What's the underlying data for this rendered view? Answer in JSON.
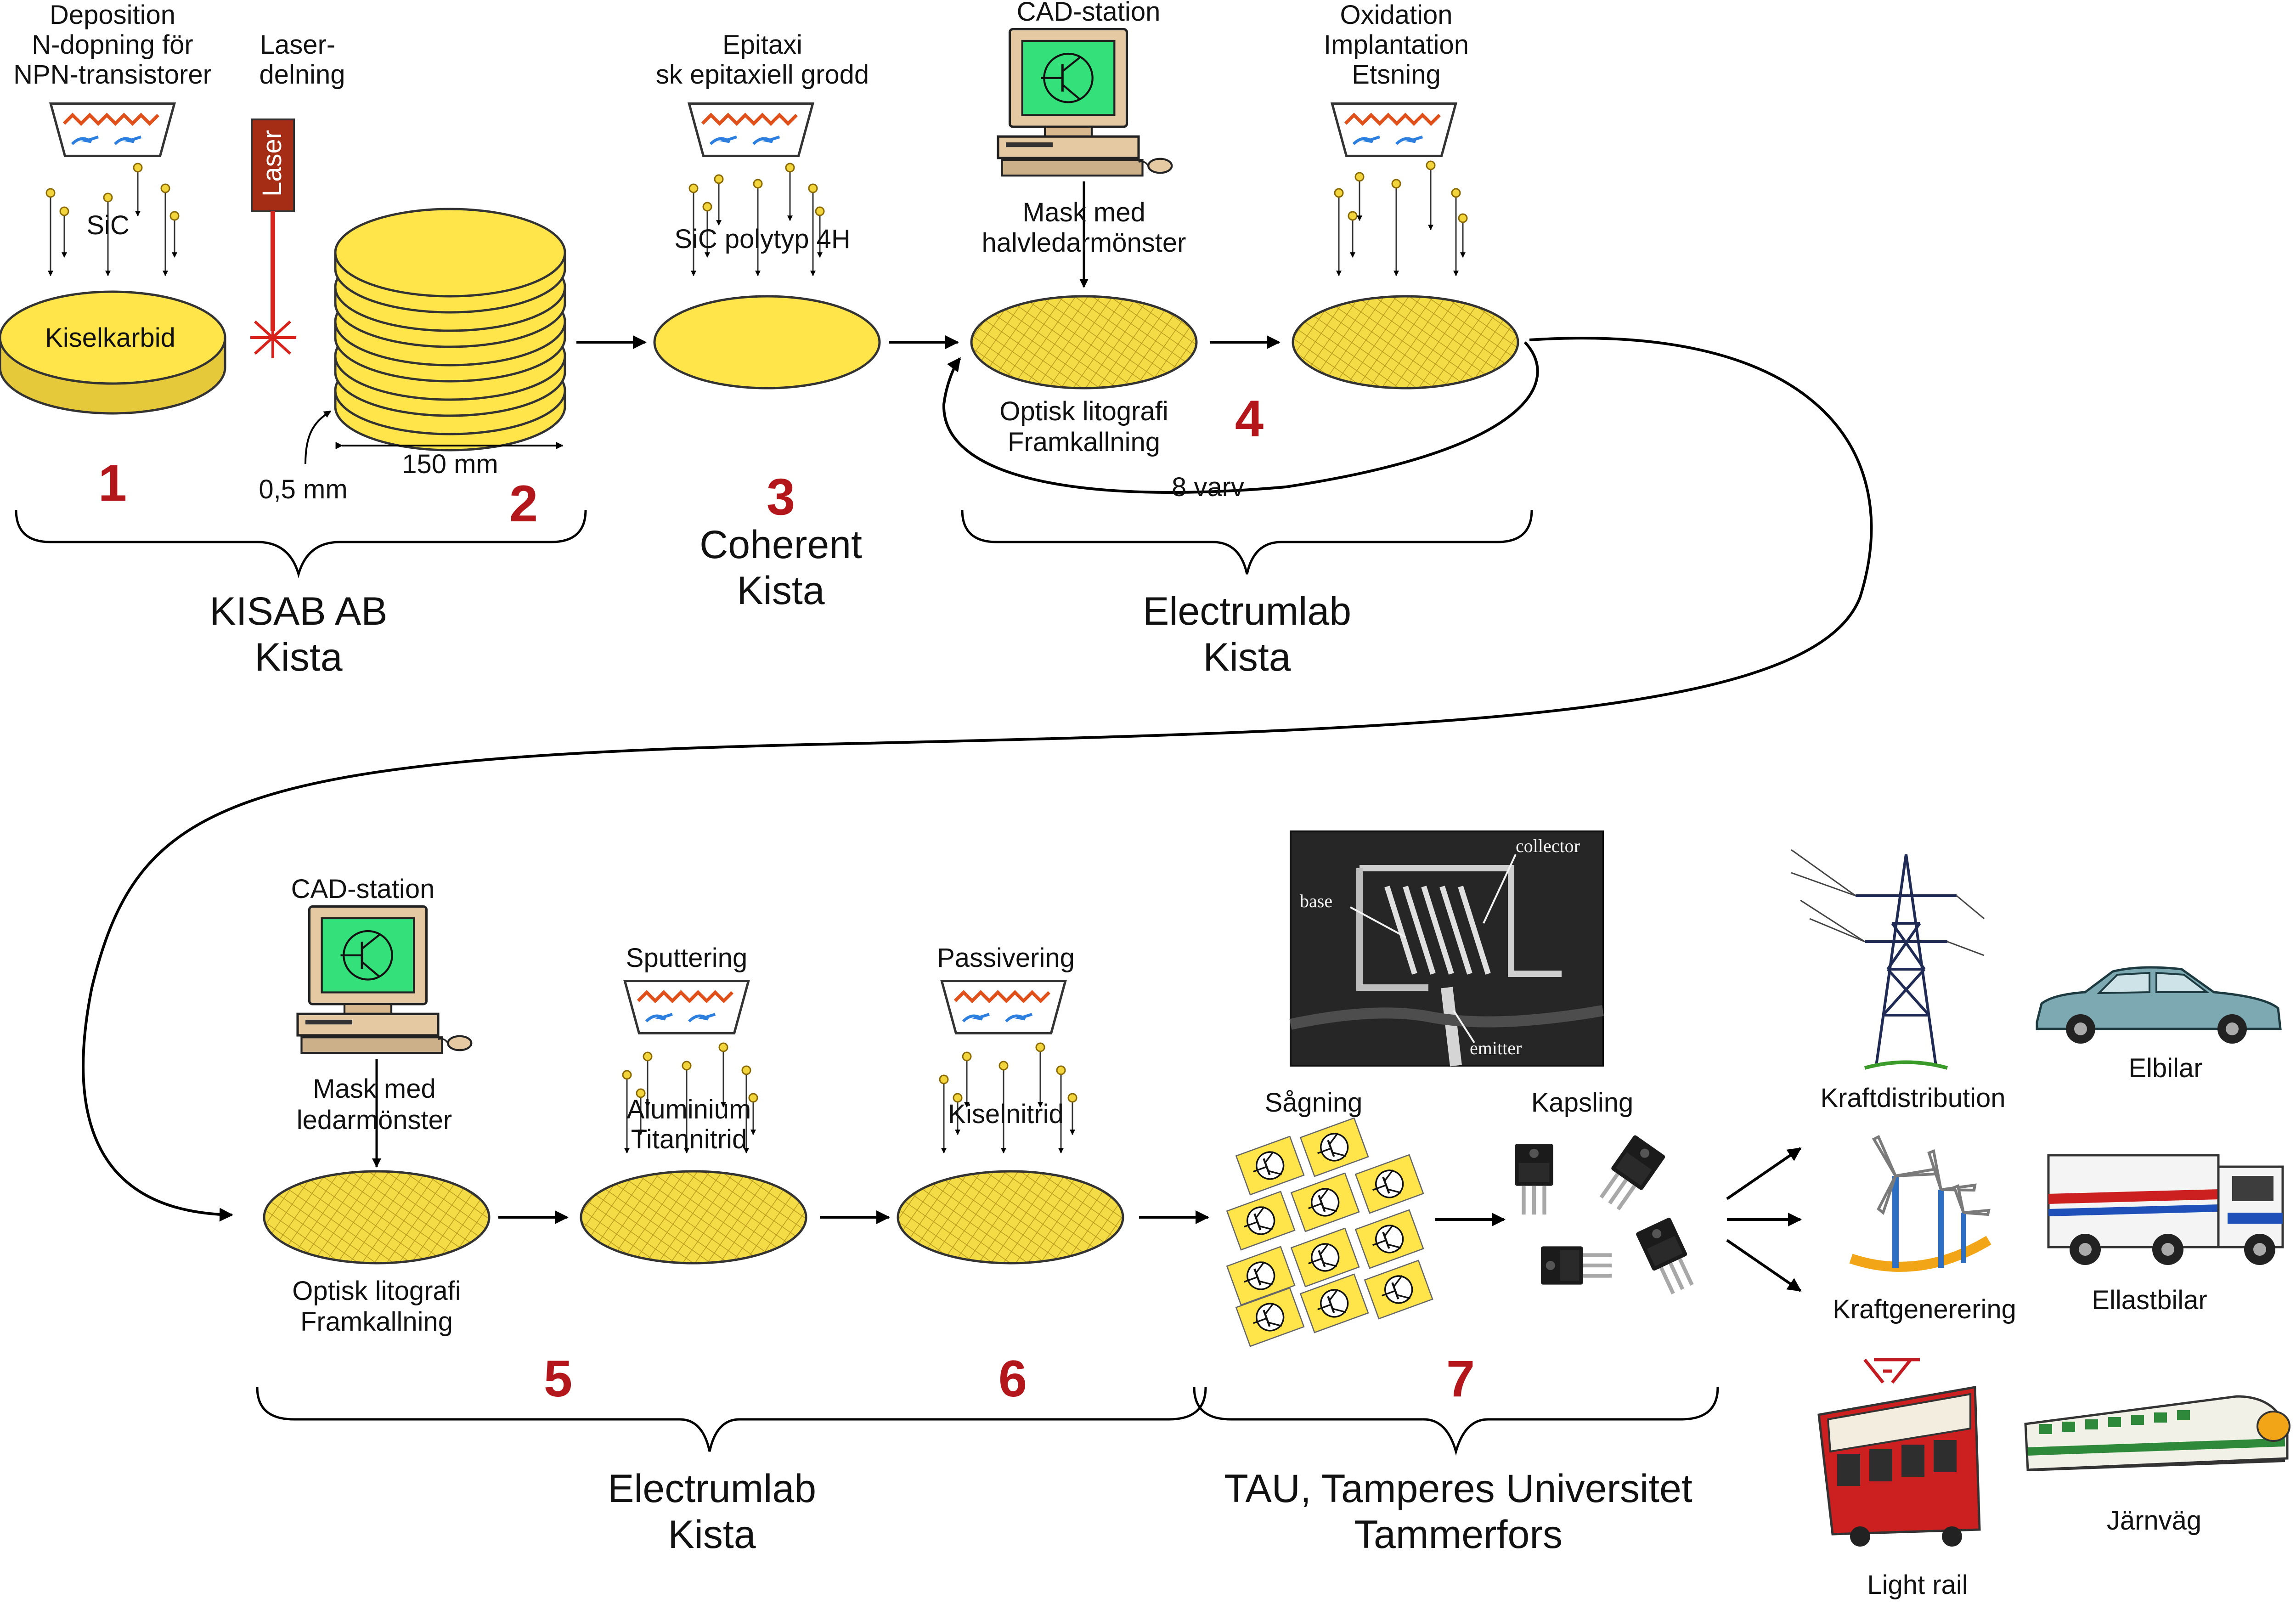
{
  "steps": {
    "s1": {
      "number": "1",
      "heading": [
        "Deposition",
        "N-dopning för",
        "NPN-transistorer"
      ],
      "material": "SiC",
      "disc": "Kiselkarbid"
    },
    "s2": {
      "number": "2",
      "heading": [
        "Laser-",
        "delning"
      ],
      "laser": "Laser",
      "width": "150 mm",
      "thickness": "0,5 mm"
    },
    "s3": {
      "number": "3",
      "heading": [
        "Epitaxi",
        "sk epitaxiell grodd"
      ],
      "material": "SiC polytyp 4H"
    },
    "s4": {
      "number": "4",
      "cad": "CAD-station",
      "mask": [
        "Mask med",
        "halvledarmönster"
      ],
      "litho": [
        "Optisk litografi",
        "Framkallning"
      ],
      "heading": [
        "Oxidation",
        "Implantation",
        "Etsning"
      ],
      "loop": "8 varv"
    },
    "s5": {
      "number": "5",
      "cad": "CAD-station",
      "mask": [
        "Mask med",
        "ledarmönster"
      ],
      "litho": [
        "Optisk litografi",
        "Framkallning"
      ],
      "sputter": "Sputtering",
      "metal": [
        "Aluminium",
        "Titannitrid"
      ]
    },
    "s6": {
      "number": "6",
      "heading": "Passivering",
      "material": "Kiselnitrid"
    },
    "s7": {
      "number": "7",
      "sawing": "Sågning",
      "packaging": "Kapsling",
      "micro": {
        "collector": "collector",
        "base": "base",
        "emitter": "emitter"
      }
    }
  },
  "locations": {
    "kisab": [
      "KISAB AB",
      "Kista"
    ],
    "coherent": [
      "Coherent",
      "Kista"
    ],
    "electrum1": [
      "Electrumlab",
      "Kista"
    ],
    "electrum2": [
      "Electrumlab",
      "Kista"
    ],
    "tau": [
      "TAU, Tamperes Universitet",
      "Tammerfors"
    ]
  },
  "applications": {
    "kraftdistribution": "Kraftdistribution",
    "elbilar": "Elbilar",
    "kraftgenerering": "Kraftgenerering",
    "ellastbilar": "Ellastbilar",
    "lightrail": "Light rail",
    "jarnvag": "Järnväg"
  },
  "colors": {
    "wafer": "#ffe54a",
    "wafer_stroke": "#333333",
    "number": "#b3171b",
    "laser": "#a52c15",
    "screen": "#33e07a",
    "monitor": "#e5c9a3"
  }
}
